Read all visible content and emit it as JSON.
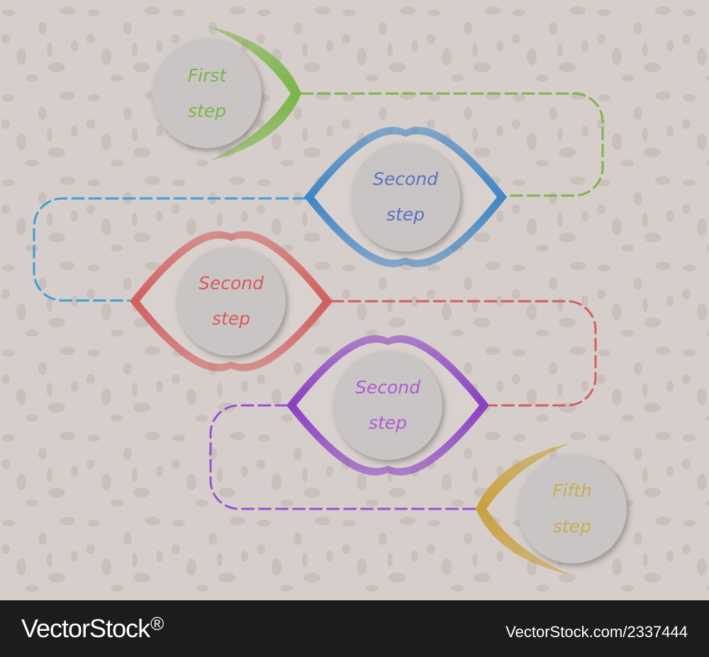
{
  "steps": [
    {
      "line1": "First",
      "line2": "step",
      "color": "#7ab648",
      "text_color": "#7ab648",
      "icon": "leaf-frame-right"
    },
    {
      "line1": "Second",
      "line2": "step",
      "color": "#3f85c6",
      "text_color": "#5b72c4",
      "icon": "eye-frame"
    },
    {
      "line1": "Second",
      "line2": "step",
      "color": "#d25e5e",
      "text_color": "#d95a56",
      "icon": "eye-frame"
    },
    {
      "line1": "Second",
      "line2": "step",
      "color": "#8a3fc4",
      "text_color": "#b25ad2",
      "icon": "eye-frame"
    },
    {
      "line1": "Fifth",
      "line2": "step",
      "color": "#c9a13c",
      "text_color": "#c9ad52",
      "icon": "leaf-frame-left"
    }
  ],
  "connector_colors": [
    "#7ab648",
    "#3f9fd2",
    "#d25e5e",
    "#9a4fd6"
  ],
  "watermark": {
    "brand": "VectorStock",
    "mark": "®",
    "image_id": "VectorStock.com/2337444"
  }
}
